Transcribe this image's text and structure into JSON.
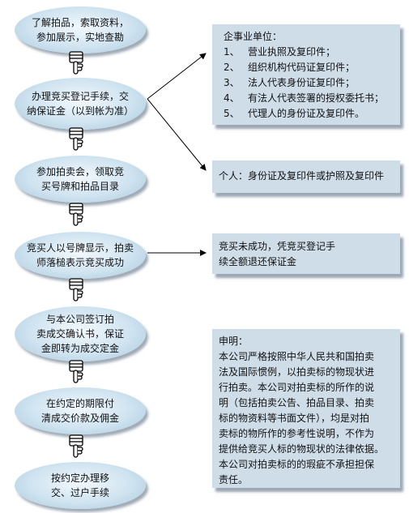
{
  "steps": [
    "了解拍品，索取资料，\n参加展示，实地查勘",
    "办理竞买登记手续，交\n纳保证金（以到帐为准）",
    "参加拍卖会，领取竞\n买号牌和拍品目录",
    "竞买人以号牌显示，拍卖\n师落槌表示竞买成功",
    "与本公司签订拍\n卖成交确认书，保证\n金即转为成交定金",
    "在约定的期限付\n清成交价款及佣金",
    "按约定办理移\n交、过户手续"
  ],
  "corporate": {
    "title": "企事业单位：",
    "items": [
      {
        "num": "1、",
        "text": "营业执照及复印件；"
      },
      {
        "num": "2、",
        "text": "组织机构代码证复印件；"
      },
      {
        "num": "3、",
        "text": "法人代表身份证复印件；"
      },
      {
        "num": "4、",
        "text": "有法人代表签署的授权委托书；"
      },
      {
        "num": "5、",
        "text": "代理人的身份证及复印件。"
      }
    ]
  },
  "individual": "个人：身份证及复印件或护照及复印件",
  "failed": "竞买未成功，凭竞买登记手\n续全额退还保证金",
  "statement": {
    "title": "申明：",
    "body": "本公司严格按照中华人民共和国拍卖\n法及国际惯例，以拍卖标的物现状进\n行拍卖。本公司对拍卖标的所作的说\n明（包括拍卖公告、拍品目录、拍卖\n标的物资料等书面文件），均是对拍\n卖标的物所作的参考性说明，不作为\n提供给竞买人标的物现状的法律依据。\n本公司对拍卖标的的瑕疵不承担担保\n责任。"
  },
  "colors": {
    "step_fill": "#cfe3f0",
    "box_fill": "#cfdde9",
    "arrow": "#000000"
  }
}
